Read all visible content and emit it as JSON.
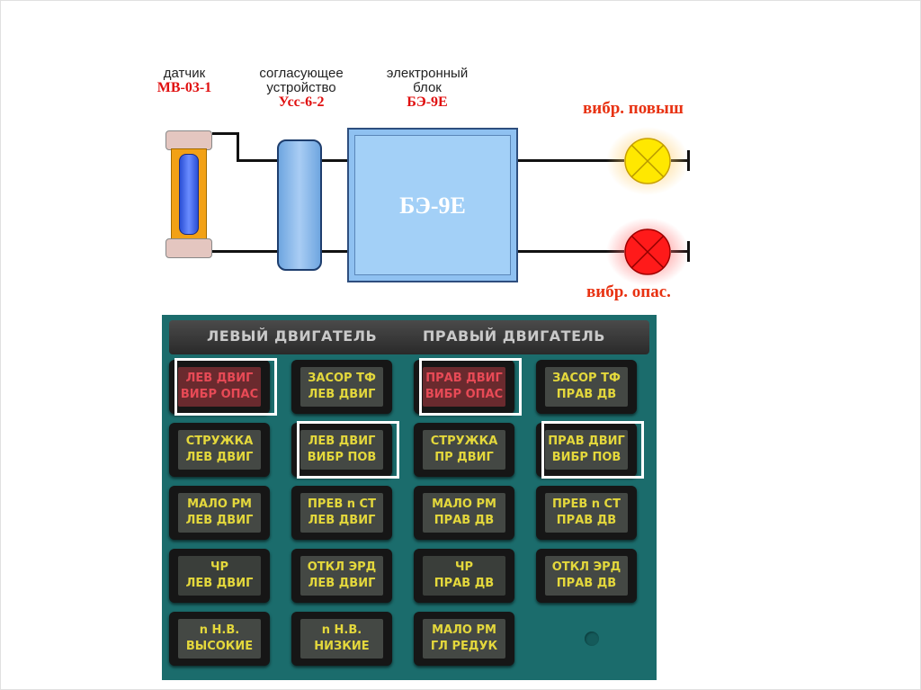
{
  "diagram": {
    "sensor": {
      "name": "датчик",
      "model": "МВ-03-1"
    },
    "matching": {
      "name_line1": "согласующее",
      "name_line2": "устройство",
      "model": "Усс-6-2"
    },
    "unit": {
      "name_line1": "электронный",
      "name_line2": "блок",
      "model": "БЭ-9Е",
      "box_label": "БЭ-9Е"
    },
    "lamp_yellow": {
      "label": "вибр. повыш",
      "color": "#ffe600"
    },
    "lamp_red": {
      "label": "вибр. опас.",
      "color": "#ff2020"
    }
  },
  "panel": {
    "header_left": "ЛЕВЫЙ ДВИГАТЕЛЬ",
    "header_right": "ПРАВЫЙ ДВИГАТЕЛЬ",
    "buttons": [
      {
        "line1": "ЛЕВ ДВИГ",
        "line2": "ВИБР ОПАС"
      },
      {
        "line1": "ЗАСОР ТФ",
        "line2": "ЛЕВ ДВИГ"
      },
      {
        "line1": "ПРАВ ДВИГ",
        "line2": "ВИБР ОПАС"
      },
      {
        "line1": "ЗАСОР ТФ",
        "line2": "ПРАВ ДВ"
      },
      {
        "line1": "СТРУЖКА",
        "line2": "ЛЕВ ДВИГ"
      },
      {
        "line1": "ЛЕВ ДВИГ",
        "line2": "ВИБР ПОВ"
      },
      {
        "line1": "СТРУЖКА",
        "line2": "ПР ДВИГ"
      },
      {
        "line1": "ПРАВ ДВИГ",
        "line2": "ВИБР ПОВ"
      },
      {
        "line1": "МАЛО РМ",
        "line2": "ЛЕВ ДВИГ"
      },
      {
        "line1": "ПРЕВ n СТ",
        "line2": "ЛЕВ ДВИГ"
      },
      {
        "line1": "МАЛО РМ",
        "line2": "ПРАВ ДВ"
      },
      {
        "line1": "ПРЕВ n СТ",
        "line2": "ПРАВ ДВ"
      },
      {
        "line1": "ЧР",
        "line2": "ЛЕВ ДВИГ"
      },
      {
        "line1": "ОТКЛ ЭРД",
        "line2": "ЛЕВ ДВИГ"
      },
      {
        "line1": "ЧР",
        "line2": "ПРАВ ДВ"
      },
      {
        "line1": "ОТКЛ ЭРД",
        "line2": "ПРАВ ДВ"
      },
      {
        "line1": "n Н.В.",
        "line2": "ВЫСОКИЕ"
      },
      {
        "line1": "n Н.В.",
        "line2": "НИЗКИЕ"
      },
      {
        "line1": "МАЛО РМ",
        "line2": "ГЛ РЕДУК"
      }
    ]
  }
}
